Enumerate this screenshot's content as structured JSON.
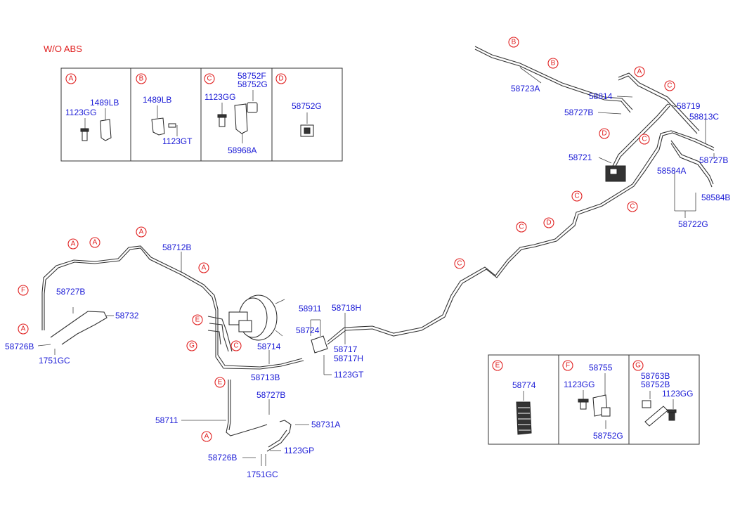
{
  "note": "W/O ABS",
  "legend_top": {
    "A": [
      "1489LB",
      "1123GG"
    ],
    "B": [
      "1489LB",
      "1123GT"
    ],
    "C": [
      "58752F",
      "58752G",
      "1123GG",
      "58968A"
    ],
    "D": [
      "58752G"
    ]
  },
  "legend_bottom": {
    "E": [
      "58774"
    ],
    "F": [
      "58755",
      "1123GG",
      "58752G"
    ],
    "G": [
      "58763B",
      "58752B",
      "1123GG"
    ]
  },
  "parts": {
    "p58712B": "58712B",
    "p58727B_1": "58727B",
    "p58732": "58732",
    "p58726B_1": "58726B",
    "p1751GC_1": "1751GC",
    "p58714": "58714",
    "p58713B": "58713B",
    "p58911": "58911",
    "p58718H": "58718H",
    "p58724": "58724",
    "p58717": "58717",
    "p58717H": "58717H",
    "p1123GT": "1123GT",
    "p58727B_2": "58727B",
    "p58711": "58711",
    "p58731A": "58731A",
    "p1123GP": "1123GP",
    "p58726B_2": "58726B",
    "p1751GC_2": "1751GC",
    "p58723A": "58723A",
    "p58814": "58814",
    "p58727B_3": "58727B",
    "p58719": "58719",
    "p58813C": "58813C",
    "p58721": "58721",
    "p58727B_4": "58727B",
    "p58584A": "58584A",
    "p58584B": "58584B",
    "p58722G": "58722G"
  },
  "markers": [
    "A",
    "B",
    "C",
    "D",
    "E",
    "F",
    "G"
  ]
}
